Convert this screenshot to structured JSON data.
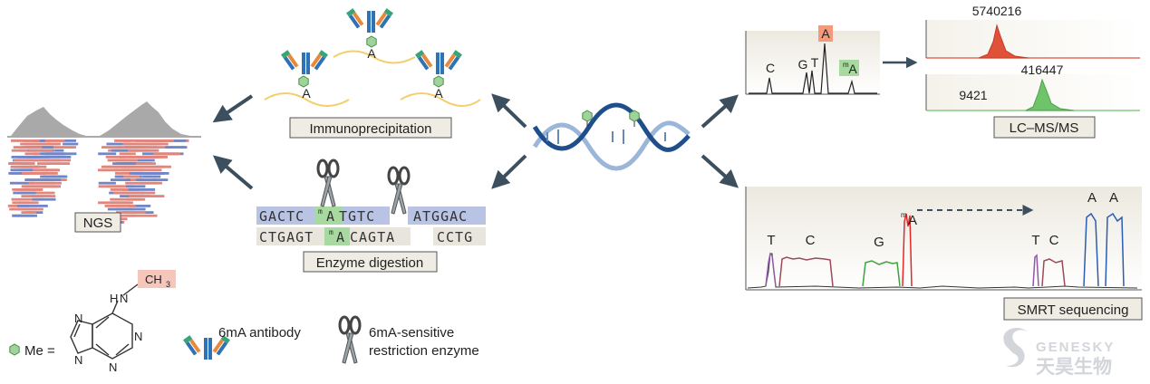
{
  "labels": {
    "ngs": "NGS",
    "immunoprecipitation": "Immunoprecipitation",
    "enzyme_digestion": "Enzyme digestion",
    "lcms": "LC–MS/MS",
    "smrt": "SMRT sequencing"
  },
  "ip": {
    "base": "A"
  },
  "enzyme": {
    "top": {
      "pre": "GACTC",
      "mod": "A",
      "mid": "TGTC",
      "post": "ATGGAC",
      "superscript": "m"
    },
    "bottom": {
      "pre": "CTGAGT",
      "mod": "A",
      "mid": "CAGTA",
      "post": "CCTG",
      "superscript": "m"
    }
  },
  "lcms": {
    "trace_bases": [
      "C",
      "G",
      "T",
      "A",
      "A"
    ],
    "mod_superscript": "m",
    "peak1_value": "5740216",
    "peak2_value": "416447",
    "peak2_baseline": "9421"
  },
  "smrt": {
    "bases": [
      "T",
      "C",
      "G",
      "A",
      "T",
      "C",
      "A",
      "A"
    ],
    "mod_superscript": "m"
  },
  "legend": {
    "me_label": "Me =",
    "ch3": "CH",
    "ch3_sub": "3",
    "hn": "H",
    "n_atoms": [
      "N",
      "N",
      "N",
      "N",
      "N"
    ],
    "antibody_label": "6mA antibody",
    "enzyme_line1": "6mA-sensitive",
    "enzyme_line2": "restriction enzyme"
  },
  "watermark": {
    "brand": "GENESKY",
    "brand_cn": "天昊生物"
  },
  "colors": {
    "arrow": "#3c4f5e",
    "methyl_green": "#9fd39a",
    "methyl_stroke": "#4a8e4a",
    "dna_dark": "#1f4e8c",
    "dna_light": "#9bb6d8",
    "read_red": "#e2857a",
    "read_blue": "#6f86c9",
    "coverage_grey": "#a9a9a9",
    "label_box": "#efece4",
    "rna_yellow": "#f2cf6a",
    "antibody_blue": "#2f72b6",
    "antibody_orange": "#e8893a",
    "antibody_green": "#3aa37a",
    "peak_red": "#e0513a",
    "peak_green": "#6fc36b",
    "trace_purple": "#8e5aa8",
    "trace_brown": "#9a4a5a",
    "trace_green": "#3fa33f",
    "trace_red": "#e02a2a",
    "trace_blue": "#2c5cb3",
    "highlight_orange": "#f29a7a",
    "highlight_green": "#a8d9a0",
    "seq_blue_bg": "#b9c3e3",
    "seq_grey_bg": "#e8e6dc",
    "ch3_bg": "#f6c6ba"
  }
}
